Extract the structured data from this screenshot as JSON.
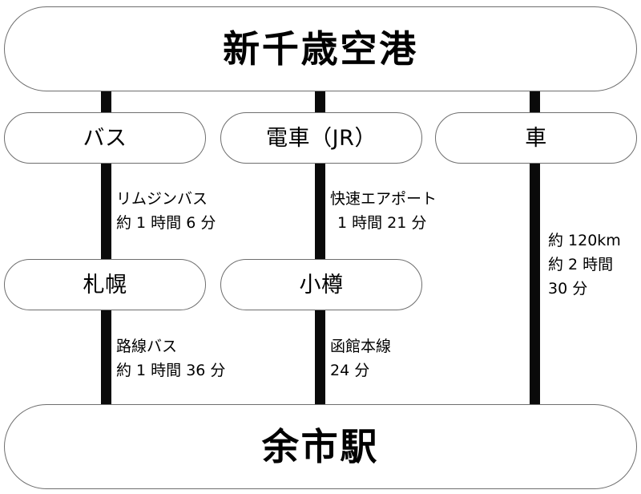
{
  "diagram": {
    "title_node": {
      "label": "新千歳空港"
    },
    "destination_node": {
      "label": "余市駅"
    },
    "modes": [
      {
        "key": "bus",
        "label": "バス"
      },
      {
        "key": "train",
        "label": "電車（JR）"
      },
      {
        "key": "car",
        "label": "車"
      }
    ],
    "waypoints": [
      {
        "key": "sapporo",
        "label": "札幌"
      },
      {
        "key": "otaru",
        "label": "小樽"
      }
    ],
    "edges": {
      "limousine": {
        "line1": "リムジンバス",
        "line2": "約 1 時間 6 分"
      },
      "rapid": {
        "line1": "快速エアポート",
        "line2": "1 時間 21 分"
      },
      "car": {
        "line1": "約 120km",
        "line2": "約 2 時間",
        "line3": "30 分"
      },
      "localbus": {
        "line1": "路線バス",
        "line2": "約 1 時間 36 分"
      },
      "hakodate": {
        "line1": "函館本線",
        "line2": "24 分"
      }
    }
  },
  "colors": {
    "node_border": "#6e6e6e",
    "connector": "#0a0a0a",
    "background": "#ffffff",
    "text": "#000000"
  }
}
